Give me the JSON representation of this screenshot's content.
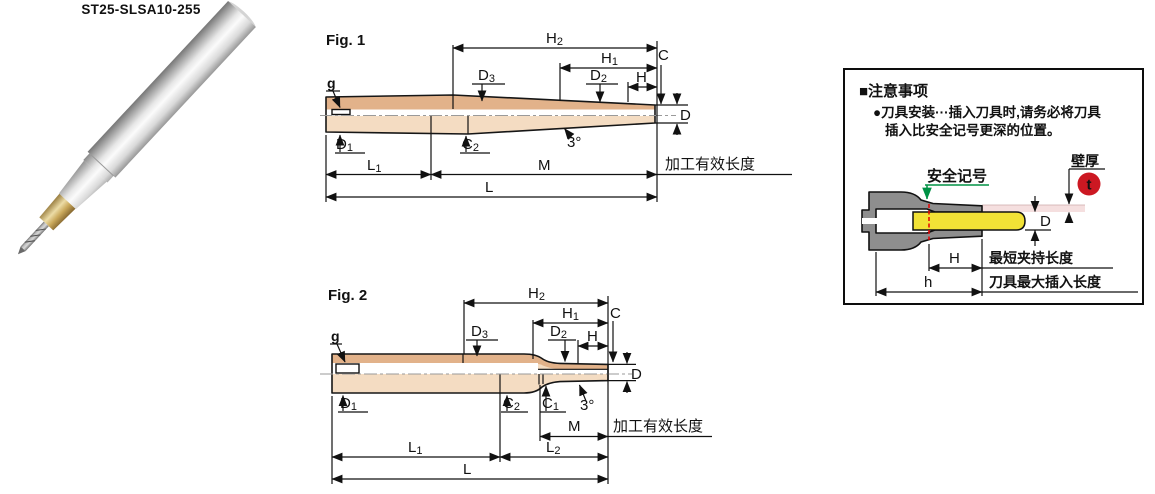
{
  "product": {
    "model": "ST25-SLSA10-255"
  },
  "fig1": {
    "title": "Fig. 1",
    "labels": {
      "g": "g",
      "H2b": "H",
      "H2s": "2",
      "H1b": "H",
      "H1s": "1",
      "C": "C",
      "H": "H",
      "D3b": "D",
      "D3s": "3",
      "D2b": "D",
      "D2s": "2",
      "D": "D",
      "angle": "3°",
      "D1b": "D",
      "D1s": "1",
      "C2b": "C",
      "C2s": "2",
      "L1b": "L",
      "L1s": "1",
      "M": "M",
      "L": "L",
      "effective": "加工有效长度"
    }
  },
  "fig2": {
    "title": "Fig. 2",
    "labels": {
      "g": "g",
      "H2b": "H",
      "H2s": "2",
      "H1b": "H",
      "H1s": "1",
      "C": "C",
      "H": "H",
      "D3b": "D",
      "D3s": "3",
      "D2b": "D",
      "D2s": "2",
      "D": "D",
      "angle": "3°",
      "D1b": "D",
      "D1s": "1",
      "C2b": "C",
      "C2s": "2",
      "C1b": "C",
      "C1s": "1",
      "L1b": "L",
      "L1s": "1",
      "L2b": "L",
      "L2s": "2",
      "M": "M",
      "L": "L",
      "effective": "加工有效长度"
    }
  },
  "note": {
    "title": "■注意事项",
    "line1": "●刀具安装···插入刀具时,请务必将刀具",
    "line2": "插入比安全记号更深的位置。",
    "safety": "安全记号",
    "wall": "壁厚",
    "wall_symbol": "t",
    "D": "D",
    "H": "H",
    "h": "h",
    "min_clamp": "最短夹持长度",
    "max_insert": "刀具最大插入长度"
  },
  "colors": {
    "body_dark_tan": "#e2b28a",
    "body_light_tan": "#f4dcc2",
    "safety_green": "#009245",
    "marker_red": "#cc1822",
    "dashed_red": "#e60000",
    "wall_pink": "#f5dfdf",
    "chuck_gray": "#8e8e8e",
    "tool_yellow": "#f2e236"
  }
}
